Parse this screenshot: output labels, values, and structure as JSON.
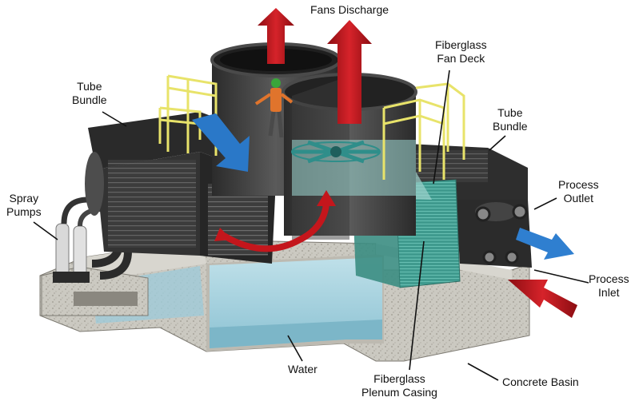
{
  "labels": {
    "fans_discharge": "Fans Discharge",
    "fan_deck": [
      "Fiberglass",
      "Fan Deck"
    ],
    "tube_bundle_left": [
      "Tube",
      "Bundle"
    ],
    "tube_bundle_right": [
      "Tube",
      "Bundle"
    ],
    "spray_pumps": [
      "Spray",
      "Pumps"
    ],
    "process_outlet": [
      "Process",
      "Outlet"
    ],
    "process_inlet": [
      "Process",
      "Inlet"
    ],
    "water": "Water",
    "plenum_casing": [
      "Fiberglass",
      "Plenum Casing"
    ],
    "concrete_basin": "Concrete Basin"
  },
  "colors": {
    "airflow_arrow": "#c4161c",
    "process_outlet_arrow": "#2f7fd0",
    "air_inlet_arrow": "#2a78c8",
    "handrail": "#e8e36a",
    "water": "#a9d3df",
    "fiberglass_casing": "#4fa79a",
    "concrete": "#c9c7bf",
    "tower_steel": "#3a3a3a"
  }
}
